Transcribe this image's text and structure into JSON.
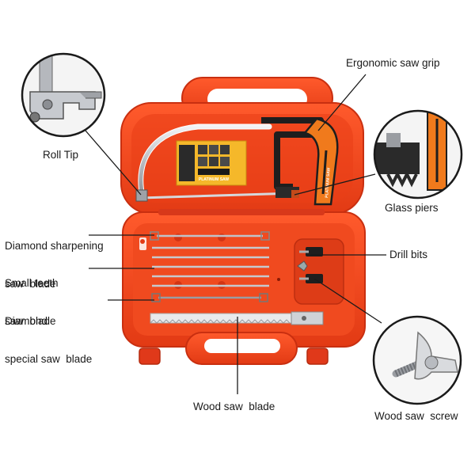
{
  "labels": {
    "roll_tip": "Roll Tip",
    "ergonomic_grip": "Ergonomic saw grip",
    "glass_piers": "Glass piers",
    "diamond_sharpening": [
      "Diamond sharpening",
      "saw  blade"
    ],
    "small_teeth": [
      "Small teeth",
      "saw  blade"
    ],
    "diamond_special": [
      "Diamond",
      "special saw  blade"
    ],
    "drill_bits": "Drill bits",
    "wood_saw_blade": "Wood saw  blade",
    "wood_saw_screw": "Wood saw  screw"
  },
  "product_card_text": "PLATINUM SAW",
  "handle_brand_text": "PLATINUM SAW",
  "colors": {
    "case_orange": "#f0431c",
    "case_shadow": "#c92f10",
    "case_highlight": "#ff6a3f",
    "grip_orange": "#f07a1c",
    "metal": "#c9ccd1",
    "dark": "#1e1e1e"
  }
}
